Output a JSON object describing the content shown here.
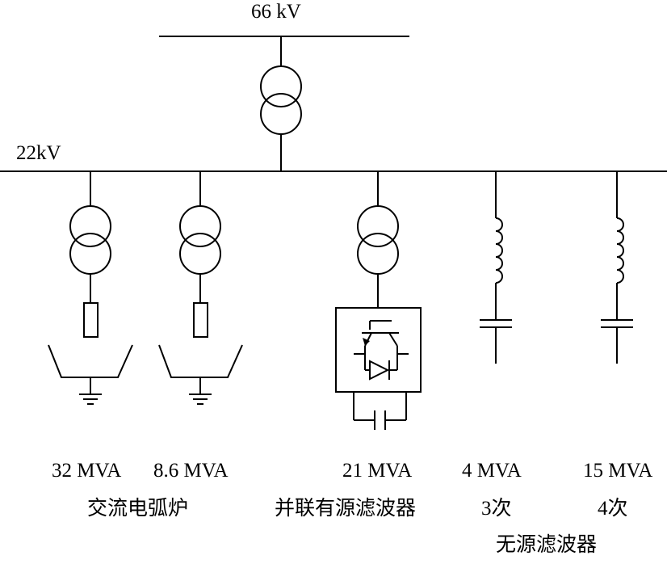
{
  "buses": {
    "hv_label": "66 kV",
    "mv_label": "22kV"
  },
  "feeders": {
    "eaf1_rating": "32 MVA",
    "eaf2_rating": "8.6 MVA",
    "eaf_name": "交流电弧炉",
    "apf_rating": "21 MVA",
    "apf_name": "并联有源滤波器",
    "filter3_rating": "4 MVA",
    "filter3_order": "3次",
    "filter4_rating": "15 MVA",
    "filter4_order": "4次",
    "filter_name": "无源滤波器"
  }
}
